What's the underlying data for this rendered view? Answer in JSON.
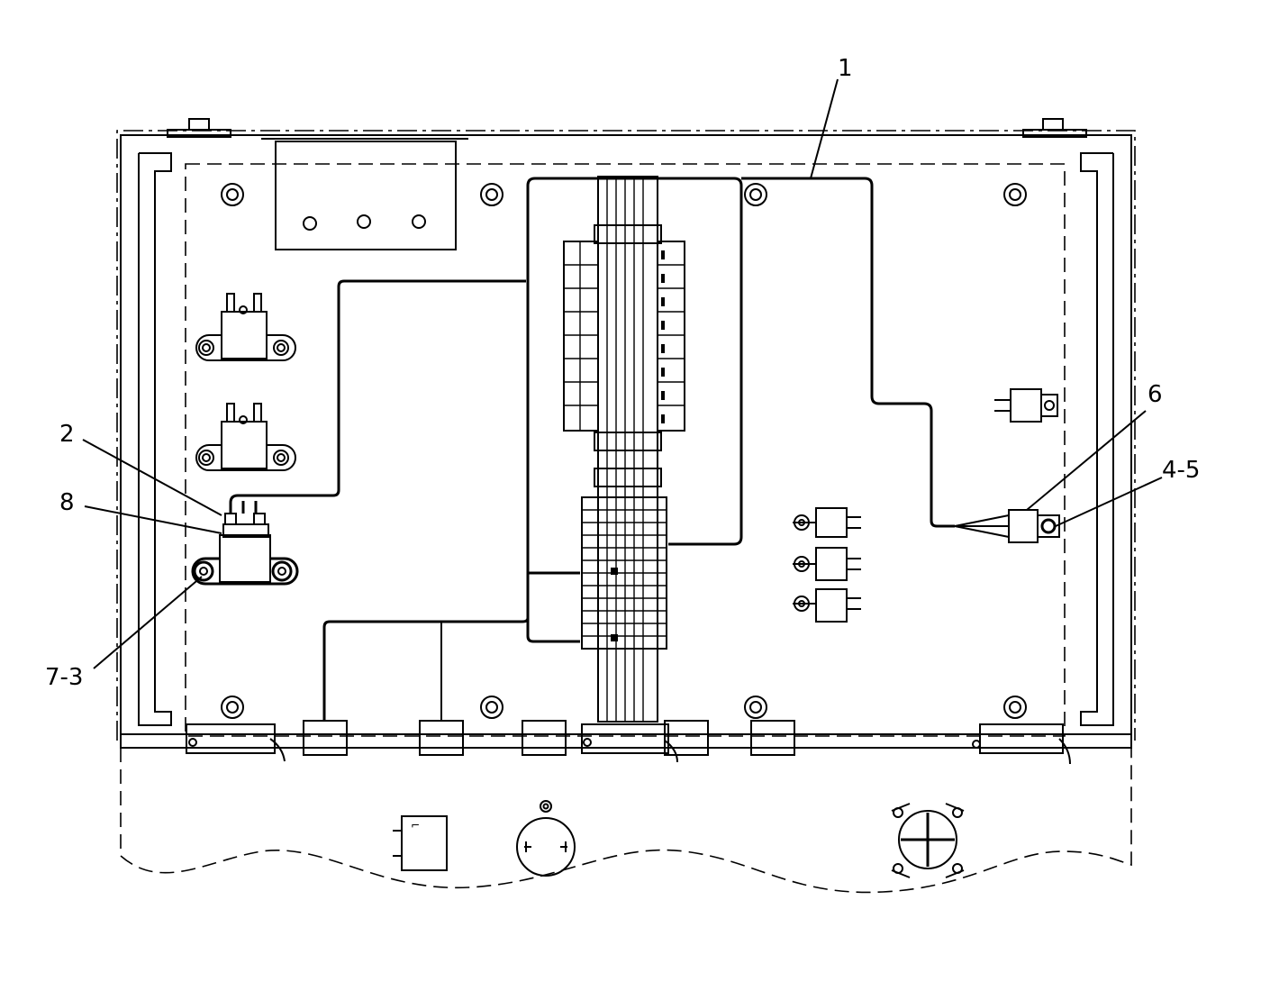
{
  "callouts": {
    "c1": "1",
    "c2": "2",
    "c8": "8",
    "c73": "7-3",
    "c6": "6",
    "c45": "4-5"
  }
}
